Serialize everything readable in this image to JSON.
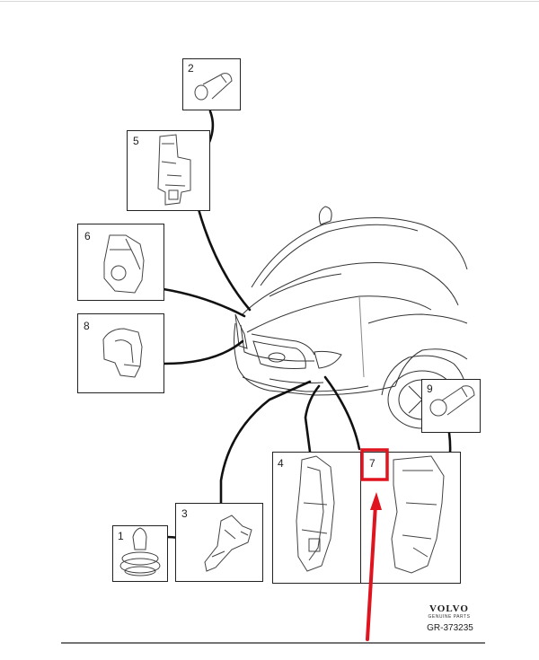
{
  "diagram": {
    "callouts": [
      {
        "id": "1",
        "label": "1"
      },
      {
        "id": "2",
        "label": "2"
      },
      {
        "id": "3",
        "label": "3"
      },
      {
        "id": "4",
        "label": "4"
      },
      {
        "id": "5",
        "label": "5"
      },
      {
        "id": "6",
        "label": "6"
      },
      {
        "id": "7",
        "label": "7"
      },
      {
        "id": "8",
        "label": "8"
      },
      {
        "id": "9",
        "label": "9"
      }
    ],
    "highlighted_callout": "7",
    "highlight_color": "#e0141e",
    "line_color": "#111111",
    "brand": {
      "name": "VOLVO",
      "tagline": "GENUINE PARTS"
    },
    "reference_code": "GR-373235"
  }
}
